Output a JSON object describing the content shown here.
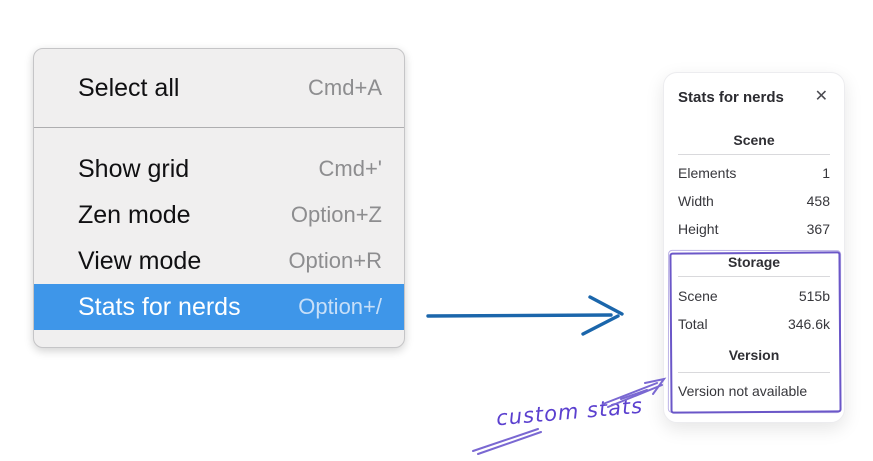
{
  "context_menu": {
    "groups": [
      {
        "items": [
          {
            "label": "Select all",
            "shortcut": "Cmd+A",
            "selected": false
          }
        ]
      },
      {
        "items": [
          {
            "label": "Show grid",
            "shortcut": "Cmd+'",
            "selected": false
          },
          {
            "label": "Zen mode",
            "shortcut": "Option+Z",
            "selected": false
          },
          {
            "label": "View mode",
            "shortcut": "Option+R",
            "selected": false
          },
          {
            "label": "Stats for nerds",
            "shortcut": "Option+/",
            "selected": true
          }
        ]
      }
    ]
  },
  "stats_panel": {
    "title": "Stats for nerds",
    "close_icon": "✕",
    "sections": [
      {
        "heading": "Scene",
        "rows": [
          {
            "label": "Elements",
            "value": "1"
          },
          {
            "label": "Width",
            "value": "458"
          },
          {
            "label": "Height",
            "value": "367"
          }
        ]
      },
      {
        "heading": "Storage",
        "rows": [
          {
            "label": "Scene",
            "value": "515b"
          },
          {
            "label": "Total",
            "value": "346.6k"
          }
        ]
      },
      {
        "heading": "Version",
        "rows": [],
        "note": "Version not available"
      }
    ]
  },
  "annotations": {
    "custom_stats_label": "custom stats"
  },
  "colors": {
    "selected_item_bg": "#3e96e9",
    "flow_arrow_blue": "#1b66ab",
    "annotation_purple": "#6b57c8",
    "annotation_text_purple": "#5b40cf",
    "menu_bg": "#f0efef",
    "panel_bg": "#ffffff"
  }
}
